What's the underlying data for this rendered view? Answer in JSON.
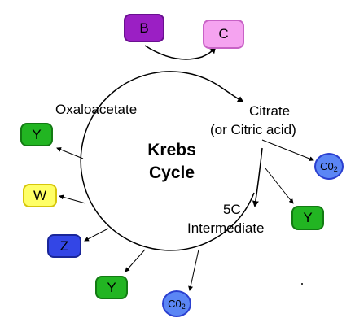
{
  "diagram": {
    "center_title": {
      "line1": "Krebs",
      "line2": "Cycle"
    },
    "labels": {
      "oxaloacetate": "Oxaloacetate",
      "citrate": "Citrate",
      "citric_acid": "(or Citric acid)",
      "intermediate_5c": "5C",
      "intermediate": "Intermediate"
    },
    "boxes": {
      "b": "B",
      "c": "C",
      "y_left": "Y",
      "w": "W",
      "z": "Z",
      "y_bottom": "Y",
      "y_right": "Y"
    },
    "co2": {
      "main": "C0",
      "sub": "2"
    },
    "colors": {
      "purple": "#9b1fc4",
      "pink": "#f5a3f0",
      "green": "#22b522",
      "yellow": "#ffff66",
      "blue_dark": "#3346e6",
      "blue_light": "#5b86f5"
    }
  }
}
